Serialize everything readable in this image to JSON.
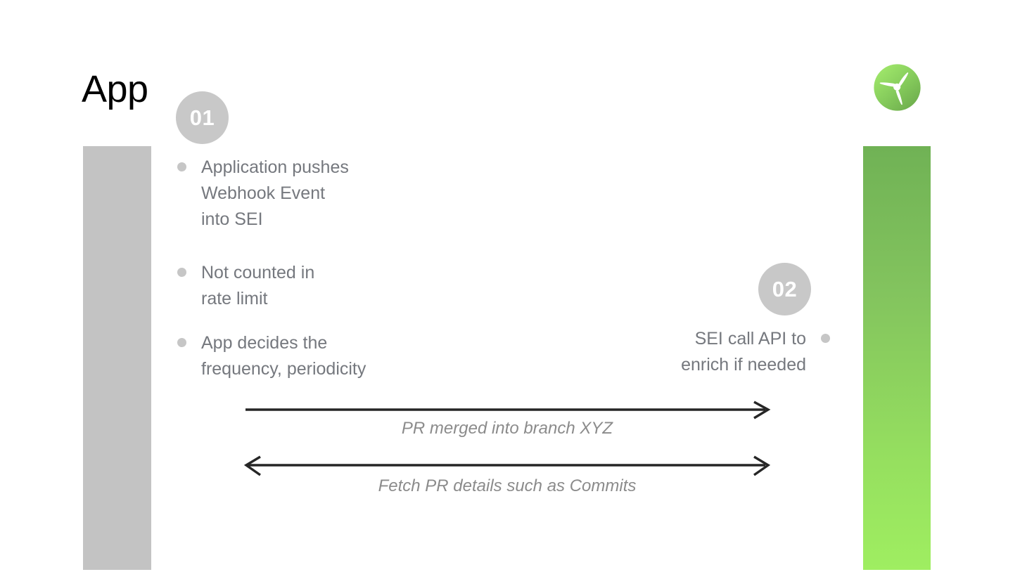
{
  "slide": {
    "title": "App",
    "background_color": "#ffffff"
  },
  "colors": {
    "title_text": "#000000",
    "body_text": "#75787e",
    "badge_fill": "#c8c8c8",
    "badge_text": "#ffffff",
    "bullet_dot": "#c6c6c6",
    "left_lane": "#c3c3c3",
    "right_lane_top": "#70b255",
    "right_lane_bottom": "#9fee61",
    "arrow_stroke": "#262626",
    "arrow_label_text": "#8b8b8b",
    "logo_green_light": "#a2e86a",
    "logo_green_dark": "#6fae4f"
  },
  "lanes": {
    "left": {
      "name": "App lane"
    },
    "right": {
      "name": "SEI lane"
    }
  },
  "logo": {
    "name": "propeller-logo",
    "alt": "Green circular propeller logo"
  },
  "steps": [
    {
      "badge": "01",
      "side": "left",
      "bullets": [
        "Application pushes\nWebhook Event\ninto SEI",
        "Not counted in\nrate limit",
        "App decides the\nfrequency, periodicity"
      ]
    },
    {
      "badge": "02",
      "side": "right",
      "bullets": [
        "SEI call API to\nenrich if needed"
      ]
    }
  ],
  "arrows": [
    {
      "label": "PR merged into branch XYZ",
      "direction": "right",
      "heads": [
        "end"
      ]
    },
    {
      "label": "Fetch PR details such as Commits",
      "direction": "both",
      "heads": [
        "start",
        "end"
      ]
    }
  ]
}
